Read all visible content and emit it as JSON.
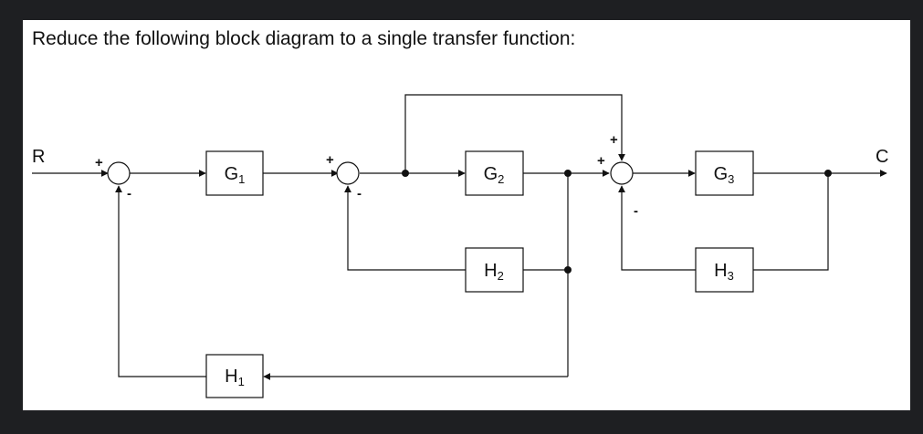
{
  "question": "Reduce the following block diagram to a single transfer function:",
  "input_label": "R",
  "output_label": "C",
  "blocks": {
    "g1": {
      "base": "G",
      "sub": "1"
    },
    "g2": {
      "base": "G",
      "sub": "2"
    },
    "g3": {
      "base": "G",
      "sub": "3"
    },
    "h1": {
      "base": "H",
      "sub": "1"
    },
    "h2": {
      "base": "H",
      "sub": "2"
    },
    "h3": {
      "base": "H",
      "sub": "3"
    }
  },
  "signs": {
    "s1_plus": "+",
    "s1_minus": "-",
    "s2_plus": "+",
    "s2_minus": "-",
    "s3_plus_top": "+",
    "s3_plus_left": "+",
    "s3_minus": "-"
  }
}
